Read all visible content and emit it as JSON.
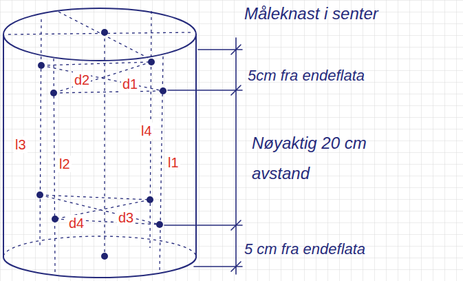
{
  "diagram": {
    "labels": [
      "Måleknast i senter",
      "d2",
      "d1",
      "5cm fra endeflata",
      "l3",
      "l4",
      "l1",
      "Nøyaktig 20 cm avstand",
      "l2",
      "d4",
      "d3",
      "5 cm fra endeflata"
    ]
  }
}
